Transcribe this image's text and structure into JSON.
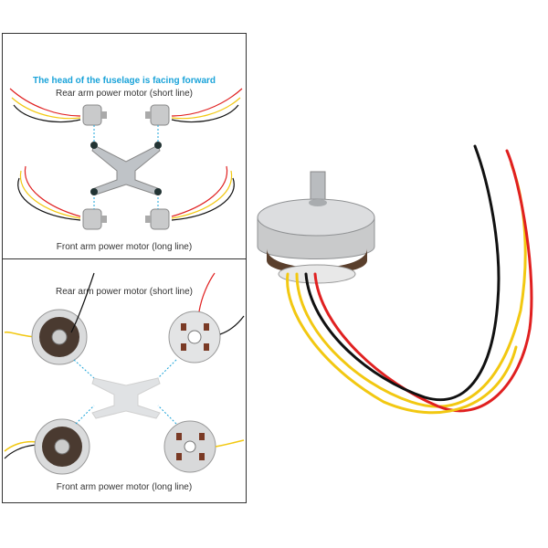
{
  "diagram_top": {
    "header_note": "The head of the fuselage is facing forward",
    "rear_label": "Rear arm power motor (short line)",
    "front_label": "Front arm power motor (long line)"
  },
  "diagram_bottom": {
    "rear_label": "Rear arm power motor (short line)",
    "front_label": "Front arm power motor (long line)"
  },
  "colors": {
    "accent": "#1aa3d9",
    "wire_red": "#e02020",
    "wire_yellow": "#f2c811",
    "wire_black": "#111111",
    "motor_silver": "#c9cacb",
    "border": "#333333"
  }
}
